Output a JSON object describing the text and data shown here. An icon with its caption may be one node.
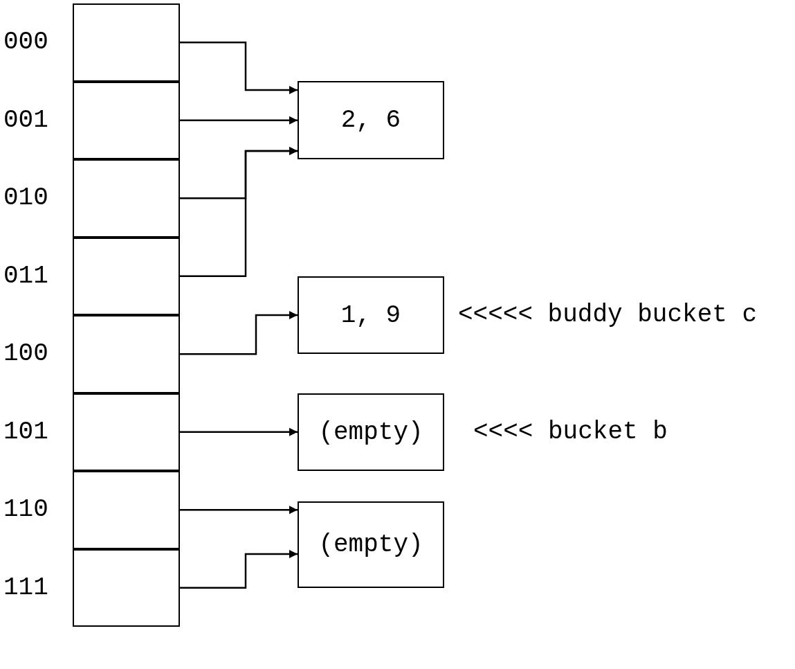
{
  "diagram": {
    "nodes": [
      {
        "text": [],
        "shape": "box",
        "beside": [
          "000"
        ]
      },
      {
        "text": [],
        "shape": "box",
        "beside": [
          "001"
        ]
      },
      {
        "text": [],
        "shape": "box",
        "beside": [
          "010"
        ]
      },
      {
        "text": [],
        "shape": "box",
        "beside": [
          "011"
        ]
      },
      {
        "text": [],
        "shape": "box",
        "beside": [
          "100"
        ]
      },
      {
        "text": [],
        "shape": "box",
        "beside": [
          "101"
        ]
      },
      {
        "text": [],
        "shape": "box",
        "beside": [
          "110"
        ]
      },
      {
        "text": [],
        "shape": "box",
        "beside": [
          "111"
        ]
      },
      {
        "text": [
          "2, 6"
        ]
      },
      {
        "text": [
          "1, 9"
        ],
        "beside": [
          "<<<<< buddy bucket c"
        ]
      },
      {
        "text": [
          "(empty)"
        ],
        "beside": [
          "<<<< bucket b"
        ]
      },
      {
        "text": [
          "(empty)"
        ]
      }
    ],
    "edges": [
      {
        "from": 0,
        "to": 8,
        "arrow": "to"
      },
      {
        "from": 1,
        "to": 8,
        "arrow": "to"
      },
      {
        "from": 2,
        "to": 8,
        "arrow": "to"
      },
      {
        "from": 3,
        "to": 8,
        "arrow": "to"
      },
      {
        "from": 4,
        "to": 9,
        "arrow": "to"
      },
      {
        "from": 5,
        "to": 10,
        "arrow": "to"
      },
      {
        "from": 6,
        "to": 11,
        "arrow": "to"
      },
      {
        "from": 7,
        "to": 11,
        "arrow": "to"
      }
    ]
  }
}
